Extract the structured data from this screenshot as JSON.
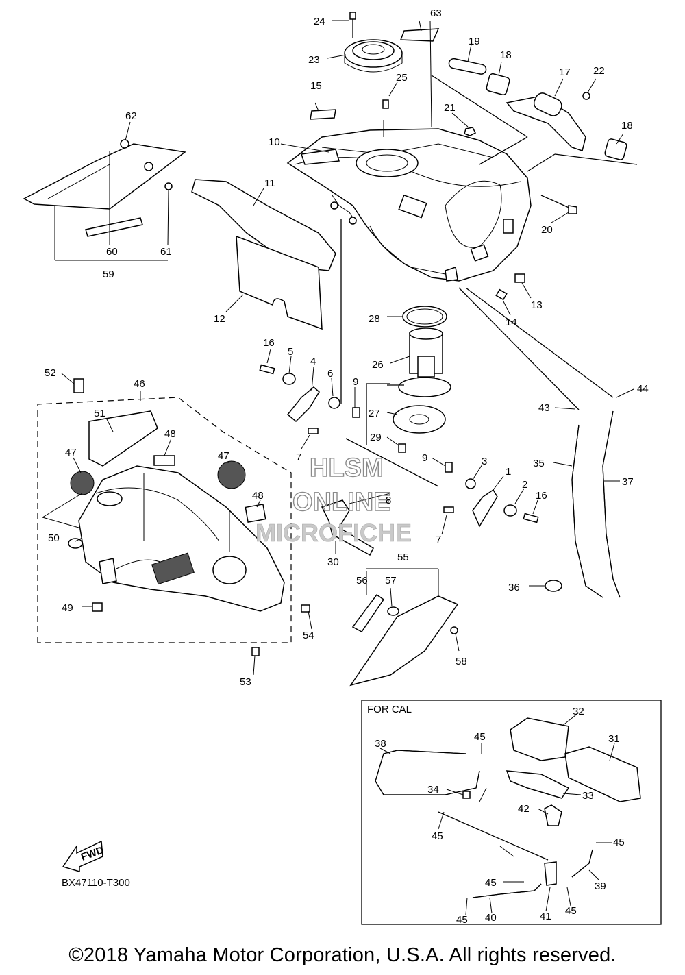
{
  "diagram": {
    "callouts": [
      "1",
      "2",
      "3",
      "4",
      "5",
      "6",
      "7",
      "7",
      "8",
      "9",
      "9",
      "10",
      "11",
      "12",
      "13",
      "14",
      "15",
      "16",
      "16",
      "17",
      "18",
      "18",
      "19",
      "20",
      "21",
      "22",
      "23",
      "24",
      "25",
      "26",
      "27",
      "28",
      "29",
      "30",
      "31",
      "32",
      "33",
      "34",
      "35",
      "36",
      "37",
      "38",
      "39",
      "40",
      "41",
      "42",
      "43",
      "44",
      "45",
      "45",
      "45",
      "45",
      "45",
      "45",
      "46",
      "47",
      "47",
      "48",
      "48",
      "49",
      "50",
      "51",
      "52",
      "53",
      "54",
      "55",
      "56",
      "57",
      "58",
      "59",
      "60",
      "61",
      "62",
      "63"
    ],
    "for_cal_label": "FOR CAL",
    "fwd_label": "FWD",
    "diagram_code": "BX47110-T300"
  },
  "watermark": {
    "line1": "HLSM",
    "line2": "ONLINE",
    "line3": "MICROFICHE"
  },
  "footer": {
    "copyright": "©2018 Yamaha Motor Corporation, U.S.A. All rights reserved."
  }
}
